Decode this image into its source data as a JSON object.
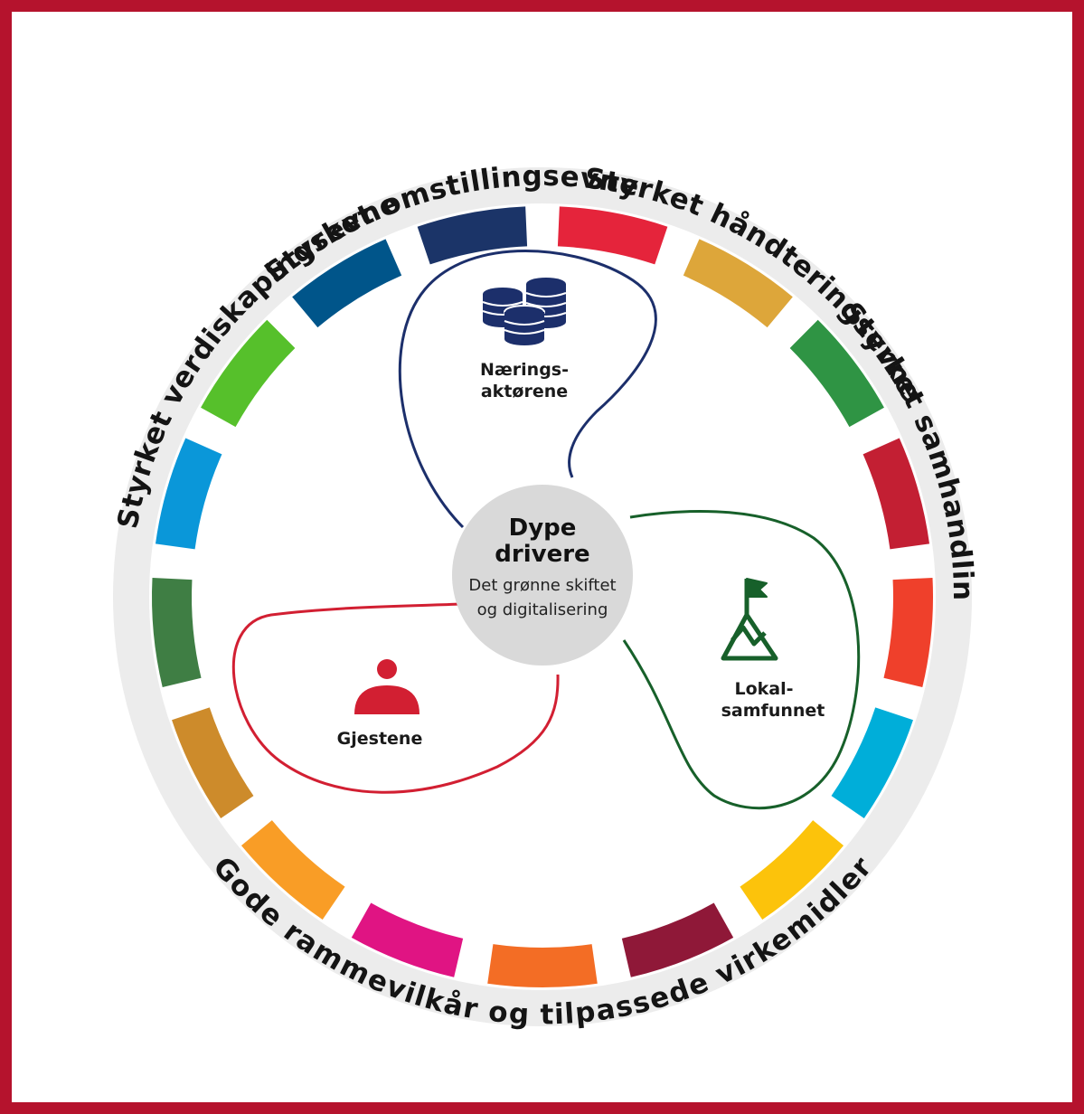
{
  "ring_labels": {
    "omstilling": "Styrket omstillingsevne",
    "handtering": "Styrket håndteringsevne",
    "samhandling": "Styrket samhandlingsevne",
    "verdiskaping": "Styrket  verdiskapingsevne",
    "rammevilkar": "Gode rammevilkår og tilpassede virkemidler"
  },
  "hub": {
    "title_line1": "Dype",
    "title_line2": "drivere",
    "subtitle_line1": "Det grønne skiftet",
    "subtitle_line2": "og digitalisering"
  },
  "nodes": {
    "naering": {
      "line1": "Nærings-",
      "line2": "aktørene",
      "icon": "stacked-coins-icon",
      "color": "#1c2f6b"
    },
    "lokal": {
      "line1": "Lokal-",
      "line2": "samfunnet",
      "icon": "mountain-flag-icon",
      "color": "#17602a"
    },
    "gjest": {
      "line1": "Gjestene",
      "icon": "person-icon",
      "color": "#d21f32"
    }
  },
  "segment_colors": [
    "#1b3468",
    "#e5243b",
    "#dda63a",
    "#2f9444",
    "#c31f33",
    "#ef402b",
    "#00aed9",
    "#fcc30b",
    "#8f1838",
    "#f36d25",
    "#e01483",
    "#f99d26",
    "#cd8b2b",
    "#3f7e44",
    "#0a97d9",
    "#56c02b",
    "#00558a"
  ]
}
